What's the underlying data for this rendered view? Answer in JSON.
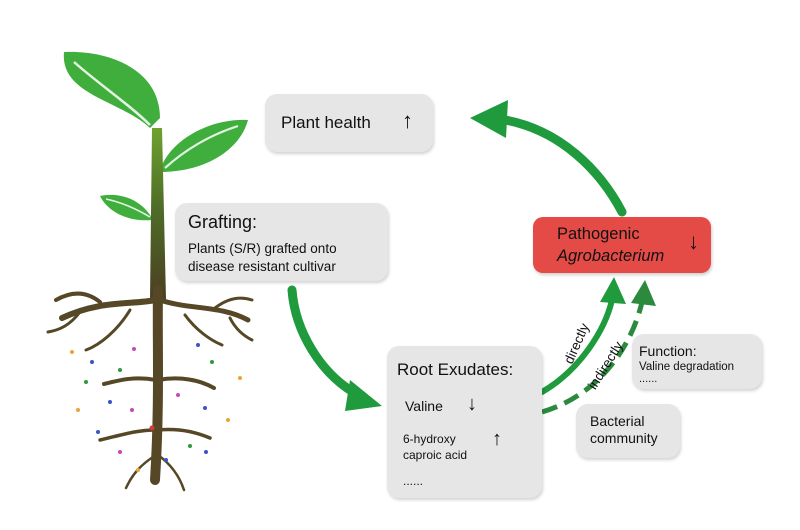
{
  "boxes": {
    "plant_health": {
      "label": "Plant health",
      "trend": "↑"
    },
    "grafting": {
      "title": "Grafting:",
      "line1": "Plants (S/R) grafted onto",
      "line2": "disease resistant cultivar"
    },
    "pathogen": {
      "line1": "Pathogenic",
      "line2": "Agrobacterium",
      "trend": "↓"
    },
    "exudates": {
      "title": "Root Exudates:",
      "valine": "Valine",
      "valine_trend": "↓",
      "compound_line1": "6-hydroxy",
      "compound_line2": "caproic acid",
      "compound_trend": "↑",
      "ellipsis": "......"
    },
    "function": {
      "title": "Function:",
      "item": "Valine degradation",
      "ellipsis": "......"
    },
    "community": {
      "line1": "Bacterial",
      "line2": "community"
    }
  },
  "arrow_labels": {
    "directly": "directly",
    "indirectly": "indirectly"
  },
  "colors": {
    "arrow_green": "#1f9a3c",
    "dashed_green": "#2b8a3e",
    "box_gray": "#e6e6e6",
    "pathogen_red": "#e54b46",
    "stem_green": "#5a7d2a",
    "root_brown": "#5b4a2a",
    "leaf_green": "#3fae3c"
  },
  "icons": [
    "plant-illustration",
    "up-arrow-icon",
    "down-arrow-icon"
  ]
}
